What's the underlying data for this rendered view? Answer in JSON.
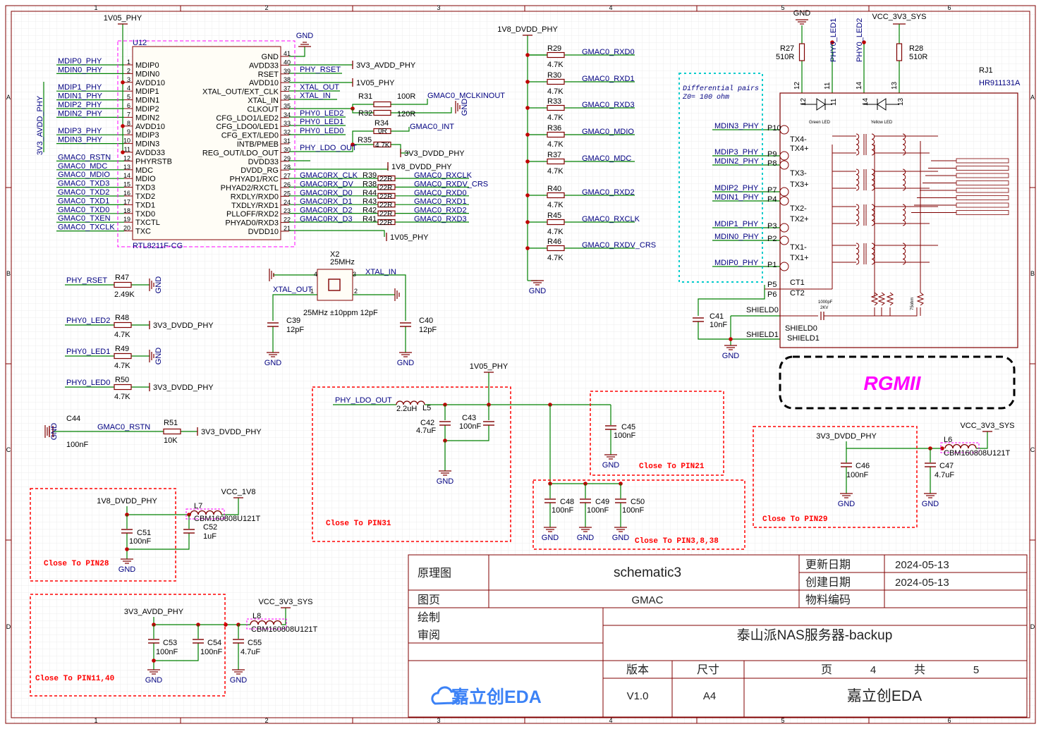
{
  "colors": {
    "wire": "#008000",
    "label": "#000080",
    "part": "#800000",
    "pin": "#800000",
    "note": "#ff0000",
    "magenta": "#ff00ff",
    "cyan": "#00cccc",
    "grid": "#e6e6e6",
    "frame": "#800000",
    "text": "#000000",
    "eda": "#3c82f6"
  },
  "border_cols": [
    "1",
    "2",
    "3",
    "4",
    "5",
    "6"
  ],
  "border_rows": [
    "A",
    "B",
    "C",
    "D"
  ],
  "u12": {
    "ref": "U12",
    "value": "RTL8211F-CG",
    "top_net": "1V05_PHY",
    "left": [
      {
        "net": "MDIP0_PHY",
        "num": "1",
        "name": "MDIP0"
      },
      {
        "net": "MDIN0_PHY",
        "num": "2",
        "name": "MDIN0"
      },
      {
        "net": "",
        "num": "3",
        "name": "AVDD10"
      },
      {
        "net": "MDIP1_PHY",
        "num": "4",
        "name": "MDIP1"
      },
      {
        "net": "MDIN1_PHY",
        "num": "5",
        "name": "MDIN1"
      },
      {
        "net": "MDIP2_PHY",
        "num": "6",
        "name": "MDIP2"
      },
      {
        "net": "MDIN2_PHY",
        "num": "7",
        "name": "MDIN2"
      },
      {
        "net": "",
        "num": "8",
        "name": "AVDD10"
      },
      {
        "net": "MDIP3_PHY",
        "num": "9",
        "name": "MDIP3"
      },
      {
        "net": "MDIN3_PHY",
        "num": "10",
        "name": "MDIN3"
      },
      {
        "net": "",
        "num": "11",
        "name": "AVDD33"
      },
      {
        "net": "GMAC0_RSTN",
        "num": "12",
        "name": "PHYRSTB"
      },
      {
        "net": "GMAC0_MDC",
        "num": "13",
        "name": "MDC"
      },
      {
        "net": "GMAC0_MDIO",
        "num": "14",
        "name": "MDIO"
      },
      {
        "net": "GMAC0_TXD3",
        "num": "15",
        "name": "TXD3"
      },
      {
        "net": "GMAC0_TXD2",
        "num": "16",
        "name": "TXD2"
      },
      {
        "net": "GMAC0_TXD1",
        "num": "17",
        "name": "TXD1"
      },
      {
        "net": "GMAC0_TXD0",
        "num": "18",
        "name": "TXD0"
      },
      {
        "net": "GMAC0_TXEN",
        "num": "19",
        "name": "TXCTL"
      },
      {
        "net": "GMAC0_TXCLK",
        "num": "20",
        "name": "TXC"
      }
    ],
    "left_vnet": "3V3_AVDD_PHY",
    "right": [
      {
        "num": "41",
        "name": "GND"
      },
      {
        "num": "40",
        "name": "AVDD33"
      },
      {
        "num": "39",
        "name": "RSET"
      },
      {
        "num": "38",
        "name": "AVDD10"
      },
      {
        "num": "37",
        "name": "XTAL_OUT/EXT_CLK"
      },
      {
        "num": "36",
        "name": "XTAL_IN"
      },
      {
        "num": "35",
        "name": "CLKOUT"
      },
      {
        "num": "34",
        "name": "CFG_LDO1/LED2"
      },
      {
        "num": "33",
        "name": "CFG_LDO0/LED1"
      },
      {
        "num": "32",
        "name": "CFG_EXT/LED0"
      },
      {
        "num": "31",
        "name": "INTB/PMEB"
      },
      {
        "num": "30",
        "name": "REG_OUT/LDO_OUT"
      },
      {
        "num": "29",
        "name": "DVDD33"
      },
      {
        "num": "28",
        "name": "DVDD_RG"
      },
      {
        "num": "27",
        "name": "PHYAD1/RXC"
      },
      {
        "num": "26",
        "name": "PHYAD2/RXCTL"
      },
      {
        "num": "25",
        "name": "RXDLY/RXD0"
      },
      {
        "num": "24",
        "name": "TXDLY/RXD1"
      },
      {
        "num": "23",
        "name": "PLLOFF/RXD2"
      },
      {
        "num": "22",
        "name": "PHYAD0/RXD3"
      },
      {
        "num": "21",
        "name": "DVDD10"
      }
    ],
    "right_nets": {
      "gnd": "GND",
      "avdd33": "3V3_AVDD_PHY",
      "rset": "PHY_RSET",
      "avdd10": "1V05_PHY",
      "xtal_out": "XTAL_OUT",
      "xtal_in": "XTAL_IN",
      "led2": "PHY0_LED2",
      "led1": "PHY0_LED1",
      "led0": "PHY0_LED0",
      "ldo_out": "PHY_LDO_OUT",
      "dvdd33": "3V3_DVDD_PHY",
      "dvdd_rg": "1V8_DVDD_PHY",
      "dvdd10": "1V05_PHY"
    },
    "rx": [
      {
        "net": "GMAC0RX_CLK",
        "ref": "R39",
        "val": "22R",
        "out": "GMAC0_RXCLK"
      },
      {
        "net": "GMAC0RX_DV",
        "ref": "R38",
        "val": "22R",
        "out": "GMAC0_RXDV_CRS"
      },
      {
        "net": "GMAC0RX_D0",
        "ref": "R44",
        "val": "22R",
        "out": "GMAC0_RXD0"
      },
      {
        "net": "GMAC0RX_D1",
        "ref": "R43",
        "val": "22R",
        "out": "GMAC0_RXD1"
      },
      {
        "net": "GMAC0RX_D2",
        "ref": "R42",
        "val": "22R",
        "out": "GMAC0_RXD2"
      },
      {
        "net": "GMAC0RX_D3",
        "ref": "R41",
        "val": "22R",
        "out": "GMAC0_RXD3"
      }
    ],
    "r31": {
      "ref": "R31",
      "val": "100R",
      "net": "GMAC0_MCLKINOUT"
    },
    "r32": {
      "ref": "R32",
      "val": "120R",
      "net": "GND"
    },
    "r34": {
      "ref": "R34",
      "val": "0R",
      "net": "GMAC0_INT"
    },
    "r35": {
      "ref": "R35",
      "val": "4.7K",
      "net": "3V3_DVDD_PHY"
    }
  },
  "pullups": {
    "rail": "1V8_DVDD_PHY",
    "gnd": "GND",
    "items": [
      {
        "ref": "R29",
        "val": "4.7K",
        "net": "GMAC0_RXD0"
      },
      {
        "ref": "R30",
        "val": "4.7K",
        "net": "GMAC0_RXD1"
      },
      {
        "ref": "R33",
        "val": "4.7K",
        "net": "GMAC0_RXD3"
      },
      {
        "ref": "R36",
        "val": "4.7K",
        "net": "GMAC0_MDIO"
      },
      {
        "ref": "R37",
        "val": "4.7K",
        "net": "GMAC0_MDC"
      },
      {
        "ref": "R40",
        "val": "4.7K",
        "net": "GMAC0_RXD2"
      },
      {
        "ref": "R45",
        "val": "4.7K",
        "net": "GMAC0_RXCLK"
      },
      {
        "ref": "R46",
        "val": "4.7K",
        "net": "GMAC0_RXDV_CRS"
      }
    ]
  },
  "straps": [
    {
      "net": "PHY_RSET",
      "ref": "R47",
      "val": "2.49K",
      "to": "GND"
    },
    {
      "net": "PHY0_LED2",
      "ref": "R48",
      "val": "4.7K",
      "to": "3V3_DVDD_PHY"
    },
    {
      "net": "PHY0_LED1",
      "ref": "R49",
      "val": "4.7K",
      "to": "GND"
    },
    {
      "net": "PHY0_LED0",
      "ref": "R50",
      "val": "4.7K",
      "to": "3V3_DVDD_PHY"
    }
  ],
  "rst": {
    "cap": "C44",
    "cap_val": "100nF",
    "net": "GMAC0_RSTN",
    "ref": "R51",
    "val": "10K",
    "to": "3V3_DVDD_PHY",
    "gnd": "GND"
  },
  "xtal": {
    "ref": "X2",
    "freq": "25MHz",
    "desc": "25MHz ±10ppm 12pF",
    "in": "XTAL_IN",
    "out": "XTAL_OUT",
    "pins": [
      "4",
      "3",
      "1",
      "2"
    ],
    "c39": "C39",
    "c39v": "12pF",
    "c40": "C40",
    "c40v": "12pF",
    "gnd": "GND"
  },
  "ldo": {
    "net": "PHY_LDO_OUT",
    "l": "L5",
    "lv": "2.2uH",
    "c42": "C42",
    "c42v": "4.7uF",
    "c43": "C43",
    "c43v": "100nF",
    "rail": "1V05_PHY",
    "gnd": "GND",
    "note": "Close To PIN31"
  },
  "c45": {
    "ref": "C45",
    "val": "100nF",
    "gnd": "GND",
    "note": "Close To PIN21"
  },
  "c48grp": {
    "caps": [
      {
        "ref": "C48",
        "val": "100nF"
      },
      {
        "ref": "C49",
        "val": "100nF"
      },
      {
        "ref": "C50",
        "val": "100nF"
      }
    ],
    "gnd": "GND",
    "note": "Close To PIN3,8,38"
  },
  "l7grp": {
    "rail": "1V8_DVDD_PHY",
    "vcc": "VCC_1V8",
    "l": "L7",
    "lv": "CBM160808U121T",
    "c51": "C51",
    "c51v": "100nF",
    "c52": "C52",
    "c52v": "1uF",
    "gnd": "GND",
    "note": "Close To PIN28"
  },
  "l8grp": {
    "rail": "3V3_AVDD_PHY",
    "vcc": "VCC_3V3_SYS",
    "l": "L8",
    "lv": "CBM160808U121T",
    "c53": "C53",
    "c53v": "100nF",
    "c54": "C54",
    "c54v": "100nF",
    "c55": "C55",
    "c55v": "4.7uF",
    "gnd": "GND",
    "note": "Close To PIN11,40"
  },
  "l6grp": {
    "rail": "3V3_DVDD_PHY",
    "vcc": "VCC_3V3_SYS",
    "l": "L6",
    "lv": "CBM160808U121T",
    "c46": "C46",
    "c46v": "100nF",
    "c47": "C47",
    "c47v": "4.7uF",
    "gnd": "GND",
    "note": "Close To PIN29"
  },
  "rj45": {
    "ref": "RJ1",
    "part": "HR911131A",
    "gnd": "GND",
    "vcc": "VCC_3V3_SYS",
    "r27": "R27",
    "r27v": "510R",
    "r28": "R28",
    "r28v": "510R",
    "led1": "PHY0_LED1",
    "led2": "PHY0_LED2",
    "led_pins": [
      "12",
      "11",
      "14",
      "13"
    ],
    "green": "Green LED",
    "yellow": "Yellow LED",
    "note": "Differential pairs\nZ0= 100 ohm",
    "pins": [
      {
        "net": "MDIN3_PHY",
        "pin": "P10",
        "name": "TX4-"
      },
      {
        "net": "MDIP3_PHY",
        "pin": "P9",
        "name": "TX4+"
      },
      {
        "net": "MDIN2_PHY",
        "pin": "P8",
        "name": "TX3-"
      },
      {
        "net": "MDIP2_PHY",
        "pin": "P7",
        "name": "TX3+"
      },
      {
        "net": "MDIN1_PHY",
        "pin": "P4",
        "name": "TX2-"
      },
      {
        "net": "MDIP1_PHY",
        "pin": "P3",
        "name": "TX2+"
      },
      {
        "net": "MDIN0_PHY",
        "pin": "P2",
        "name": "TX1-"
      },
      {
        "net": "MDIP0_PHY",
        "pin": "P1",
        "name": "TX1+"
      }
    ],
    "ct": [
      {
        "pin": "P5",
        "name": "CT1"
      },
      {
        "pin": "P6",
        "name": "CT2"
      }
    ],
    "c41": "C41",
    "c41v": "10nF",
    "shield": [
      "SHIELD0",
      "SHIELD1",
      "SHIELD0",
      "SHIELD1"
    ],
    "tiny": [
      "1000pF",
      "2KV",
      "75ohm"
    ]
  },
  "rgmii": "RGMII",
  "title_block": {
    "k_diagram": "原理图",
    "project": "schematic3",
    "k_update": "更新日期",
    "update": "2024-05-13",
    "k_create": "创建日期",
    "create": "2024-05-13",
    "k_page": "图页",
    "page": "GMAC",
    "k_bom": "物料编码",
    "k_draw": "绘制",
    "k_review": "审阅",
    "title": "泰山派NAS服务器-backup",
    "k_ver": "版本",
    "k_size": "尺寸",
    "k_pg": "页",
    "pg": "4",
    "k_total": "共",
    "total": "5",
    "ver": "V1.0",
    "size": "A4",
    "company": "嘉立创EDA",
    "logo": "嘉立创EDA"
  }
}
